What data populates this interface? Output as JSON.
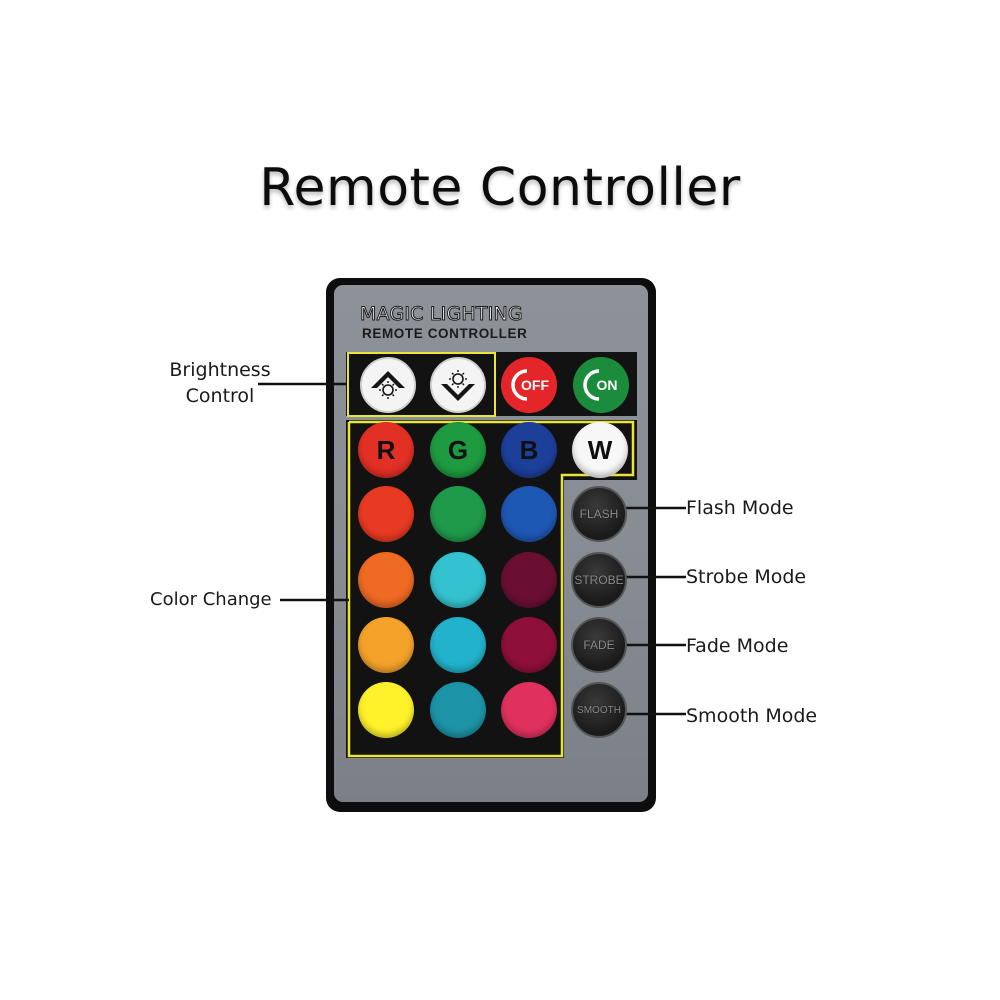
{
  "title": "Remote Controller",
  "remote": {
    "brand": "MAGIC LIGHTING",
    "subbrand": "REMOTE CONTROLLER",
    "off_label": "OFF",
    "on_label": "ON",
    "r_label": "R",
    "g_label": "G",
    "b_label": "B",
    "w_label": "W",
    "modes": [
      "FLASH",
      "STROBE",
      "FADE",
      "SMOOTH"
    ],
    "color_rows": [
      [
        "#e83a22",
        "#1f9a4a",
        "#1e58b5"
      ],
      [
        "#ef6a22",
        "#34c2d0",
        "#6b0f32"
      ],
      [
        "#f4a22a",
        "#22b2cc",
        "#8e0f3a"
      ],
      [
        "#fff12a",
        "#1c93a6",
        "#e0315e"
      ]
    ],
    "rgbw_colors": {
      "r": "#e23024",
      "g": "#1e9a40",
      "b": "#1c3f9a",
      "w": "#f7f7f7"
    },
    "highlight_color": "#e8e438"
  },
  "callouts": {
    "brightness": "Brightness\nControl",
    "color_change": "Color Change",
    "flash": "Flash Mode",
    "strobe": "Strobe Mode",
    "fade": "Fade Mode",
    "smooth": "Smooth Mode"
  }
}
